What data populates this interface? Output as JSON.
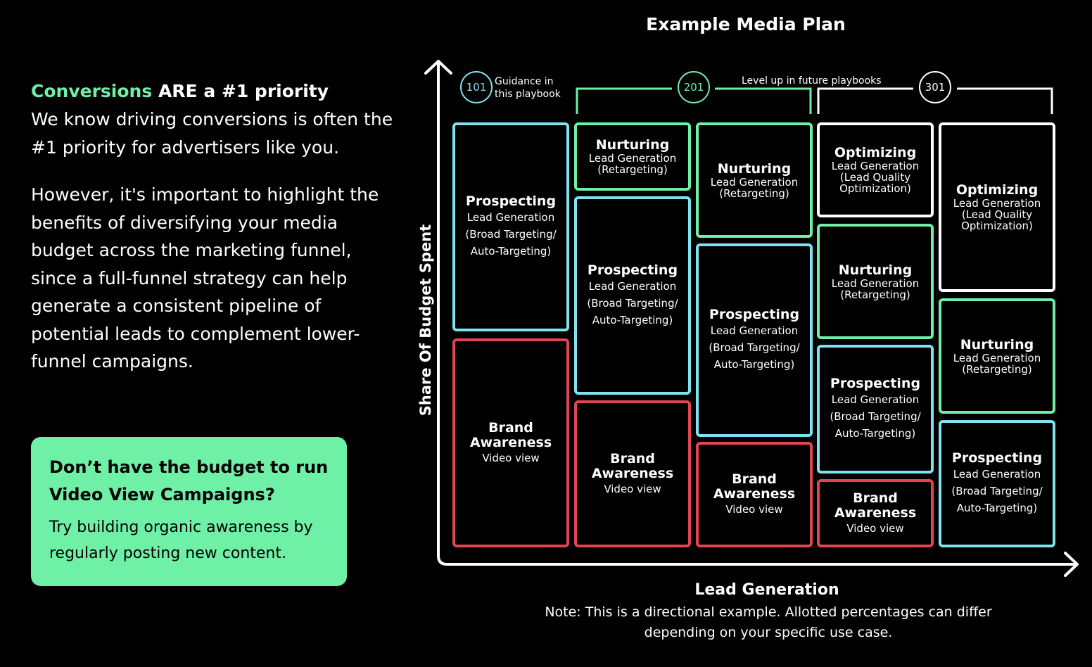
{
  "left": {
    "headline_accent": "Conversions",
    "headline_rest": "ARE a #1 priority",
    "paragraph1": "We know driving conversions is often the #1 priority for advertisers like you.",
    "paragraph2": "However, it's important to highlight the benefits of diversifying your media budget across the marketing funnel, since a full-funnel strategy can help generate a consistent pipeline of potential leads to complement lower-funnel campaigns.",
    "callout_title": "Don’t have the budget to run Video View Campaigns?",
    "callout_body": "Try building organic awareness by regularly posting new content."
  },
  "diagram": {
    "title": "Example Media Plan",
    "y_axis_label": "Share Of Budget Spent",
    "x_axis_label": "Lead Generation",
    "note": "Note: This is a directional example. Allotted percentages can differ depending on your specific use case.",
    "levels": {
      "l101": "101",
      "l201": "201",
      "l301": "301",
      "guidance_line1": "Guidance in",
      "guidance_line2": "this playbook",
      "future": "Level up in future playbooks"
    },
    "cells": {
      "c1_prospecting": {
        "title": "Prospecting",
        "l1": "Lead Generation",
        "l2": "(Broad Targeting/",
        "l3": "Auto-Targeting)"
      },
      "c1_brand": {
        "title1": "Brand",
        "title2": "Awareness",
        "sub": "Video view"
      },
      "c2_nurturing": {
        "title": "Nurturing",
        "l1": "Lead Generation",
        "l2": "(Retargeting)"
      },
      "c2_prospecting": {
        "title": "Prospecting",
        "l1": "Lead Generation",
        "l2": "(Broad Targeting/",
        "l3": "Auto-Targeting)"
      },
      "c2_brand": {
        "title1": "Brand",
        "title2": "Awareness",
        "sub": "Video view"
      },
      "c3_nurturing": {
        "title": "Nurturing",
        "l1": "Lead Generation",
        "l2": "(Retargeting)"
      },
      "c3_prospecting": {
        "title": "Prospecting",
        "l1": "Lead Generation",
        "l2": "(Broad Targeting/",
        "l3": "Auto-Targeting)"
      },
      "c3_brand": {
        "title1": "Brand",
        "title2": "Awareness",
        "sub": "Video view"
      },
      "c4_optimizing": {
        "title": "Optimizing",
        "l1": "Lead Generation",
        "l2": "(Lead Quality",
        "l3": "Optimization)"
      },
      "c4_nurturing": {
        "title": "Nurturing",
        "l1": "Lead Generation",
        "l2": "(Retargeting)"
      },
      "c4_prospecting": {
        "title": "Prospecting",
        "l1": "Lead Generation",
        "l2": "(Broad Targeting/",
        "l3": "Auto-Targeting)"
      },
      "c4_brand": {
        "title1": "Brand",
        "title2": "Awareness",
        "sub": "Video view"
      },
      "c5_optimizing": {
        "title": "Optimizing",
        "l1": "Lead Generation",
        "l2": "(Lead Quality",
        "l3": "Optimization)"
      },
      "c5_nurturing": {
        "title": "Nurturing",
        "l1": "Lead Generation",
        "l2": "(Retargeting)"
      },
      "c5_prospecting": {
        "title": "Prospecting",
        "l1": "Lead Generation",
        "l2": "(Broad Targeting/",
        "l3": "Auto-Targeting)"
      }
    },
    "colors": {
      "prospecting": "#7ee3ee",
      "nurturing": "#6ef0a6",
      "brand_awareness": "#e04553",
      "optimizing": "#ffffff"
    }
  }
}
